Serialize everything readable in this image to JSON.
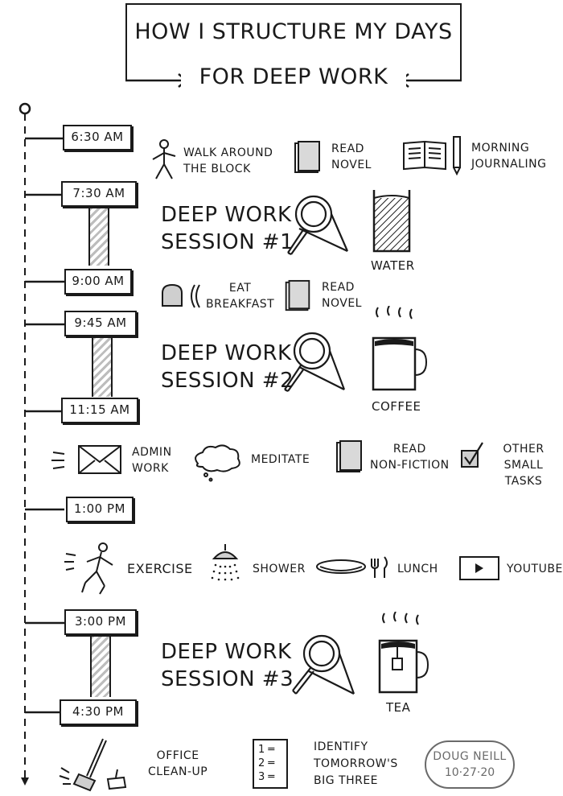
{
  "title": {
    "line1": "How I Structure My Days",
    "line2": "for Deep Work"
  },
  "times": [
    "6:30 AM",
    "7:30 AM",
    "9:00 AM",
    "9:45 AM",
    "11:15 AM",
    "1:00 PM",
    "3:00 PM",
    "4:30 PM"
  ],
  "morning": {
    "walk": [
      "Walk Around",
      "The Block"
    ],
    "read": [
      "Read",
      "Novel"
    ],
    "journal": [
      "Morning",
      "Journaling"
    ]
  },
  "session1": {
    "line1": "Deep Work",
    "line2": "Session #1",
    "drink": "Water"
  },
  "breakfast": {
    "eat": [
      "Eat",
      "Breakfast"
    ],
    "read": [
      "Read",
      "Novel"
    ]
  },
  "session2": {
    "line1": "Deep Work",
    "line2": "Session #2",
    "drink": "Coffee"
  },
  "midday": {
    "admin": [
      "Admin",
      "Work"
    ],
    "meditate": "Meditate",
    "read": [
      "Read",
      "Non-Fiction"
    ],
    "other": [
      "Other",
      "Small Tasks"
    ]
  },
  "afternoon": {
    "exercise": "Exercise",
    "shower": "Shower",
    "lunch": "Lunch",
    "youtube": "YouTube"
  },
  "session3": {
    "line1": "Deep Work",
    "line2": "Session #3",
    "drink": "Tea"
  },
  "evening": {
    "cleanup": [
      "Office",
      "Clean-Up"
    ],
    "identify": [
      "Identify",
      "Tomorrow's",
      "Big Three"
    ],
    "list_numbers": [
      "1",
      "2",
      "3"
    ],
    "signature": [
      "Doug Neill",
      "10·27·20"
    ]
  }
}
